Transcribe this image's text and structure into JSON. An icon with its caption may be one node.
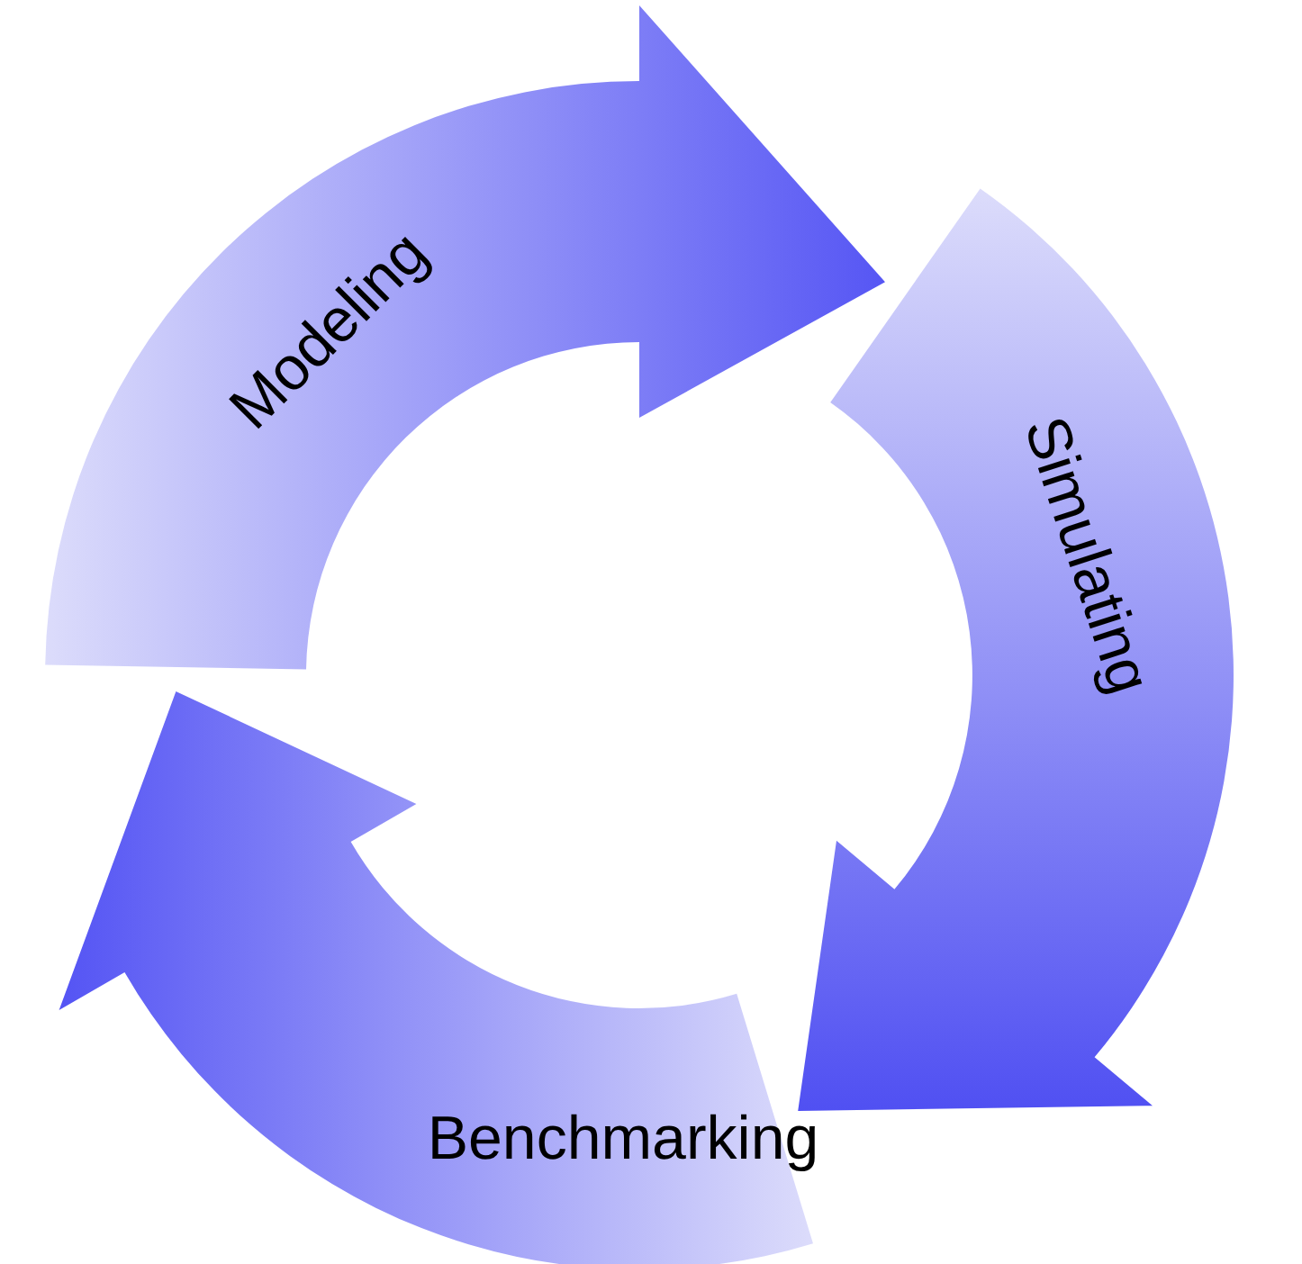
{
  "diagram": {
    "nodes": [
      {
        "text": [
          "Modeling"
        ]
      },
      {
        "text": [
          "Simulating"
        ]
      },
      {
        "text": [
          "Benchmarking"
        ]
      }
    ]
  }
}
